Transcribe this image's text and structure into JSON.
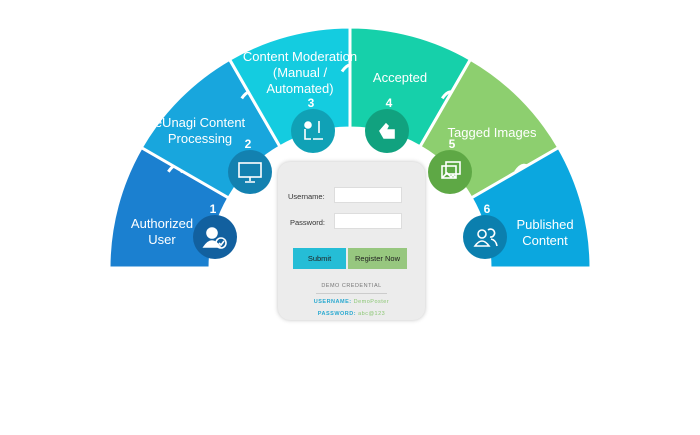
{
  "segments": [
    {
      "num": "1",
      "label": "Authorized\nUser",
      "icon": "user-check-icon",
      "color": "#1b80d0",
      "circle": "#12609f"
    },
    {
      "num": "2",
      "label": "eUnagi Content\nProcessing",
      "icon": "monitor-icon",
      "color": "#18a6dd",
      "circle": "#1381b0",
      "logo": "eUnagi"
    },
    {
      "num": "3",
      "label": "Content Moderation\n(Manual /\nAutomated)",
      "icon": "person-computer-icon",
      "color": "#14cce0",
      "circle": "#10a1b6"
    },
    {
      "num": "4",
      "label": "Accepted",
      "icon": "thumbs-up-icon",
      "color": "#16d0aa",
      "circle": "#11a27f"
    },
    {
      "num": "5",
      "label": "Tagged Images",
      "icon": "images-icon",
      "color": "#8dcf6f",
      "circle": "#5ea845"
    },
    {
      "num": "6",
      "label": "Published\nContent",
      "icon": "users-icon",
      "color": "#0ba7df",
      "circle": "#0b7fae"
    }
  ],
  "login": {
    "username_label": "Username:",
    "password_label": "Password:",
    "username_value": "",
    "password_value": "",
    "submit": "Submit",
    "register": "Register Now",
    "demo_title": "DEMO CREDENTIAL",
    "demo_user_label": "USERNAME:",
    "demo_user": "DemoPoster",
    "demo_pass_label": "PASSWORD:",
    "demo_pass": "abc@123",
    "submit_color": "#25bdd6",
    "register_color": "#97c77f"
  }
}
